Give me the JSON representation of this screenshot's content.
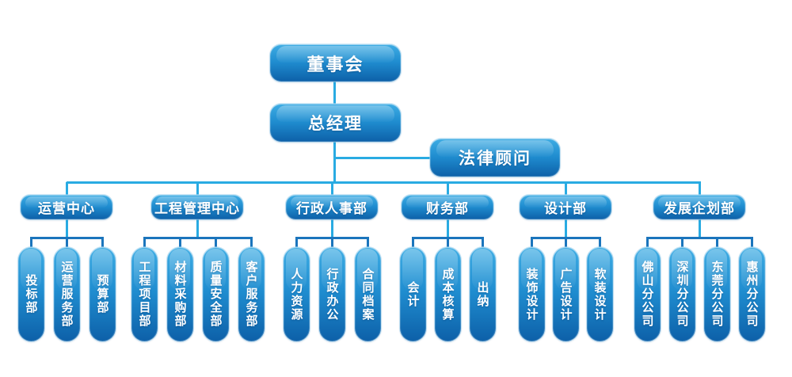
{
  "org": {
    "root": "董事会",
    "general_manager": "总经理",
    "legal_advisor": "法律顾问",
    "departments": [
      {
        "name": "运营中心",
        "children": [
          "投标部",
          "运营服务部",
          "预算部"
        ]
      },
      {
        "name": "工程管理中心",
        "children": [
          "工程项目部",
          "材料采购部",
          "质量安全部",
          "客户服务部"
        ]
      },
      {
        "name": "行政人事部",
        "children": [
          "人力资源",
          "行政办公",
          "合同档案"
        ]
      },
      {
        "name": "财务部",
        "children": [
          "会计",
          "成本核算",
          "出纳"
        ]
      },
      {
        "name": "设计部",
        "children": [
          "装饰设计",
          "广告设计",
          "软装设计"
        ]
      },
      {
        "name": "发展企划部",
        "children": [
          "佛山分公司",
          "深圳分公司",
          "东莞分公司",
          "惠州分公司"
        ]
      }
    ],
    "colors": {
      "node_gradient_top": "#3fade4",
      "node_gradient_mid": "#1f8ccf",
      "node_gradient_bottom": "#0d60a8",
      "connector_light": "#29abe2",
      "connector_dark": "#1b75bc",
      "text": "#ffffff",
      "background": "#ffffff"
    }
  }
}
